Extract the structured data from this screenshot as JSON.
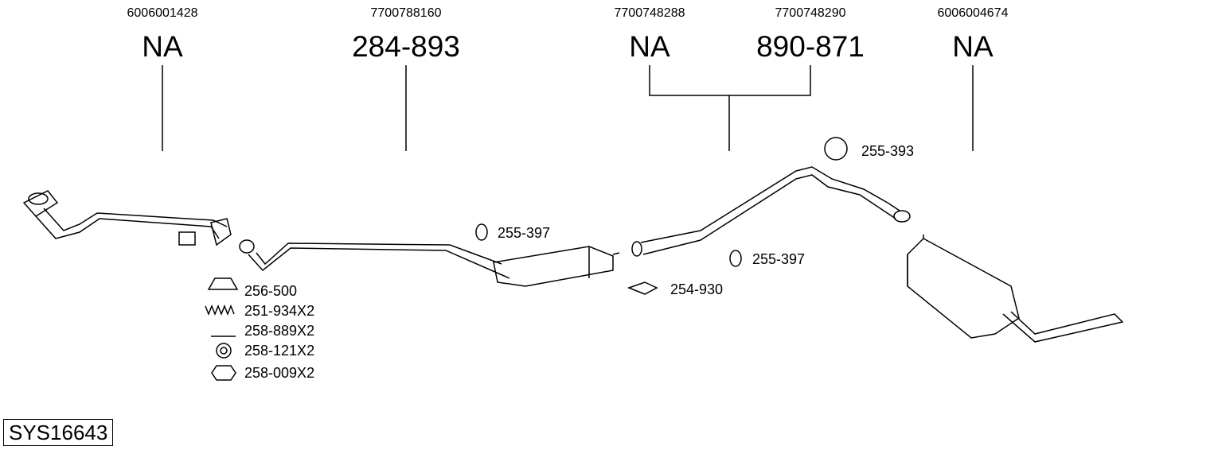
{
  "columns": [
    {
      "part_number": "6006001428",
      "code": "NA"
    },
    {
      "part_number": "7700788160",
      "code": "284-893"
    },
    {
      "part_number": "7700748288",
      "code": "NA"
    },
    {
      "part_number": "7700748290",
      "code": "890-871"
    },
    {
      "part_number": "6006004674",
      "code": "NA"
    }
  ],
  "parts": [
    {
      "code": "255-397"
    },
    {
      "code": "255-397"
    },
    {
      "code": "255-393"
    },
    {
      "code": "254-930"
    },
    {
      "code": "256-500"
    },
    {
      "code": "251-934X2"
    },
    {
      "code": "258-889X2"
    },
    {
      "code": "258-121X2"
    },
    {
      "code": "258-009X2"
    }
  ],
  "system_id": "SYS16643"
}
